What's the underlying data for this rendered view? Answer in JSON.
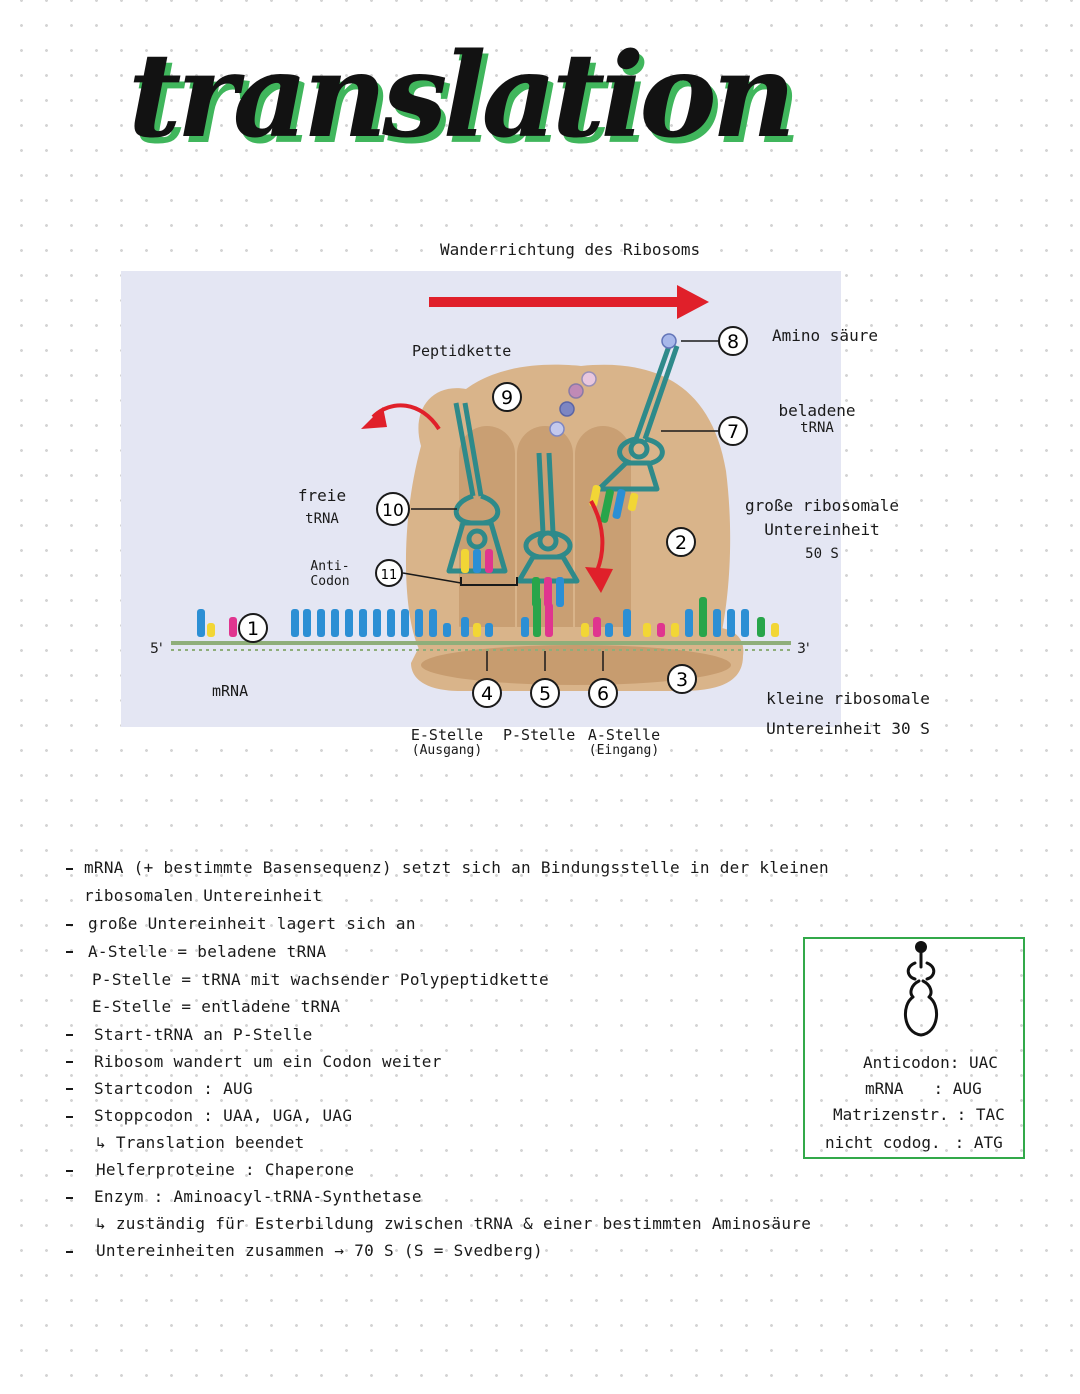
{
  "title": "translation",
  "diagram": {
    "direction_label": "Wanderrichtung des Ribosoms",
    "end_5": "5'",
    "end_3": "3'",
    "labels": {
      "peptide_chain": "Peptidkette",
      "amino_acid": "Amino säure",
      "loaded_trna_line1": "beladene",
      "loaded_trna_line2": "tRNA",
      "large_subunit_line1": "große ribosomale",
      "large_subunit_line2": "Untereinheit",
      "large_subunit_line3": "50 S",
      "free_trna_line1": "freie",
      "free_trna_line2": "tRNA",
      "anticodon_line1": "Anti-",
      "anticodon_line2": "Codon",
      "mrna": "mRNA",
      "small_subunit_line1": "kleine ribosomale",
      "small_subunit_line2": "Untereinheit 30 S",
      "e_site_line1": "E-Stelle",
      "e_site_line2": "(Ausgang)",
      "p_site": "P-Stelle",
      "a_site_line1": "A-Stelle",
      "a_site_line2": "(Eingang)"
    },
    "numbers": [
      "1",
      "2",
      "3",
      "4",
      "5",
      "6",
      "7",
      "8",
      "9",
      "10",
      "11"
    ],
    "colors": {
      "ribosome": "#d9b48a",
      "trna": "#2e8a8a",
      "arrow": "#e0202a",
      "panel": "#e4e6f3"
    }
  },
  "notes": [
    "mRNA (+ bestimmte Basensequenz) setzt sich an Bindungsstelle in der kleinen",
    "ribosomalen Untereinheit",
    "große Untereinheit lagert sich an",
    "A-Stelle = beladene tRNA",
    "P-Stelle = tRNA mit wachsender Polypeptidkette",
    "E-Stelle = entladene tRNA",
    "Start-tRNA an P-Stelle",
    "Ribosom wandert um ein Codon weiter",
    "Startcodon : AUG",
    "Stoppcodon : UAA, UGA, UAG",
    "↳ Translation beendet",
    "Helferproteine : Chaperone",
    "Enzym : Aminoacyl-tRNA-Synthetase",
    "↳ zuständig für Esterbildung zwischen tRNA & einer bestimmten Aminosäure",
    "Untereinheiten zusammen → 70 S (S = Svedberg)"
  ],
  "box": {
    "rows": [
      {
        "label": "Anticodon",
        "value": ": UAC"
      },
      {
        "label": "mRNA",
        "value": ": AUG"
      },
      {
        "label": "Matrizenstr.",
        "value": ": TAC"
      },
      {
        "label": "nicht codog.",
        "value": ": ATG"
      }
    ],
    "border_color": "#32a94a"
  }
}
